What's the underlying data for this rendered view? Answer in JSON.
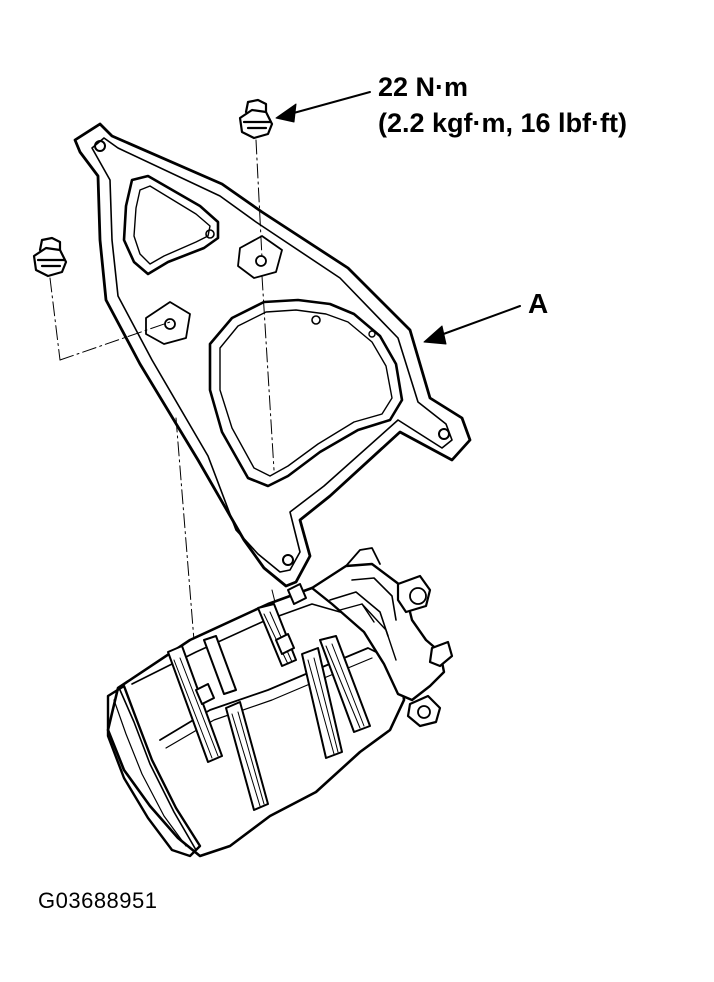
{
  "torque_spec": {
    "line1": "22 N·m",
    "line2": "(2.2 kgf·m, 16 lbf·ft)"
  },
  "callout": {
    "label": "A"
  },
  "figure_code": "G03688951",
  "colors": {
    "ink": "#000000",
    "paper": "#ffffff"
  }
}
